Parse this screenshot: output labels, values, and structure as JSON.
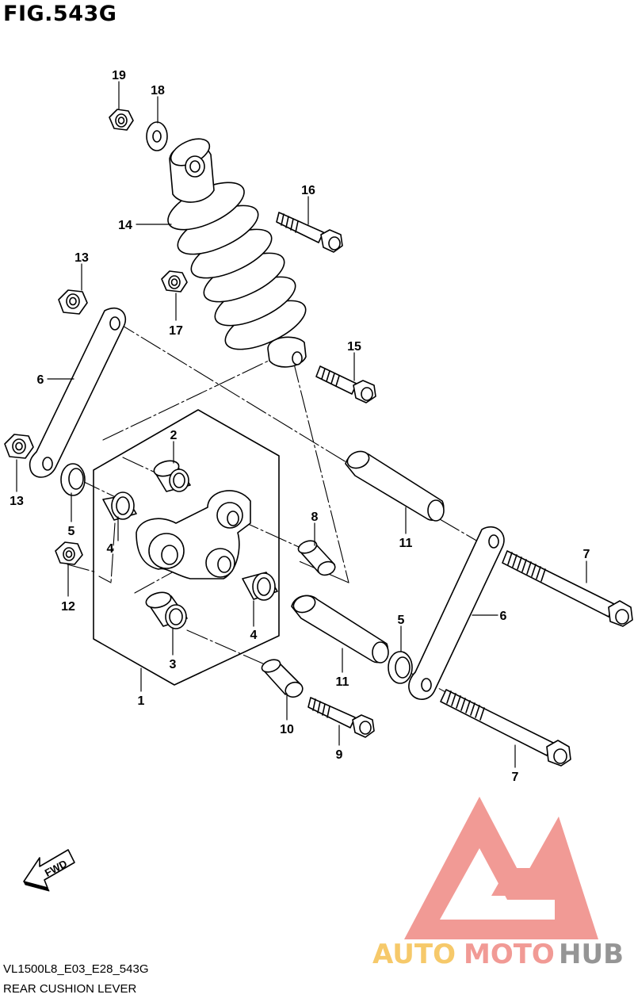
{
  "figure": {
    "title": "FIG.543G",
    "model_code": "VL1500L8_E03_E28_543G",
    "section_name": "REAR CUSHION LEVER",
    "direction_label": "FWD"
  },
  "callouts": {
    "c1": "1",
    "c2": "2",
    "c3": "3",
    "c4a": "4",
    "c4b": "4",
    "c5a": "5",
    "c5b": "5",
    "c6a": "6",
    "c6b": "6",
    "c7a": "7",
    "c7b": "7",
    "c8": "8",
    "c9": "9",
    "c10": "10",
    "c11a": "11",
    "c11b": "11",
    "c12": "12",
    "c13a": "13",
    "c13b": "13",
    "c14": "14",
    "c15": "15",
    "c16": "16",
    "c17": "17",
    "c18": "18",
    "c19": "19"
  },
  "watermark": {
    "word_left": "AUTO",
    "word_middle": "MOTO",
    "word_right": "HUB",
    "color_primary": "#f0908a",
    "color_secondary": "#f6c45a",
    "color_tertiary": "#8a8a8a"
  }
}
